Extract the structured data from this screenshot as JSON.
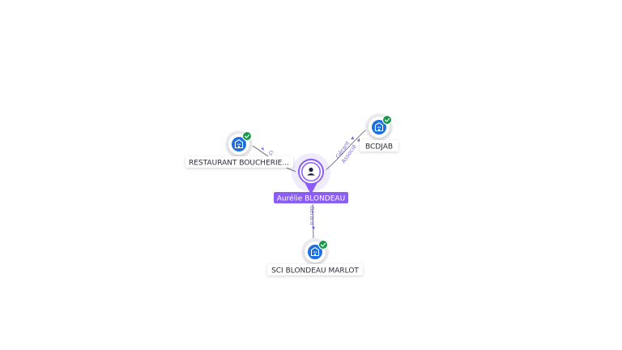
{
  "colors": {
    "accent": "#8b5cf6",
    "company": "#1d6fe0",
    "verified": "#1a9b4a",
    "edge": "#555566",
    "edge_label": "#7a6ad8"
  },
  "person": {
    "name": "Aurélie BLONDEAU",
    "icon": "person-icon"
  },
  "companies": [
    {
      "id": "restaurant",
      "name": "RESTAURANT BOUCHERIE...",
      "icon": "building-icon",
      "verified": true
    },
    {
      "id": "bcdjab",
      "name": "BCDJAB",
      "icon": "building-icon",
      "verified": true
    },
    {
      "id": "sci",
      "name": "SCI BLONDEAU MARLOT",
      "icon": "building-icon",
      "verified": true
    }
  ],
  "edges": [
    {
      "target": "restaurant",
      "label": "G"
    },
    {
      "target": "bcdjab",
      "label": "Gérant",
      "label2": "Associé"
    },
    {
      "target": "sci",
      "label": "Gérant"
    }
  ]
}
